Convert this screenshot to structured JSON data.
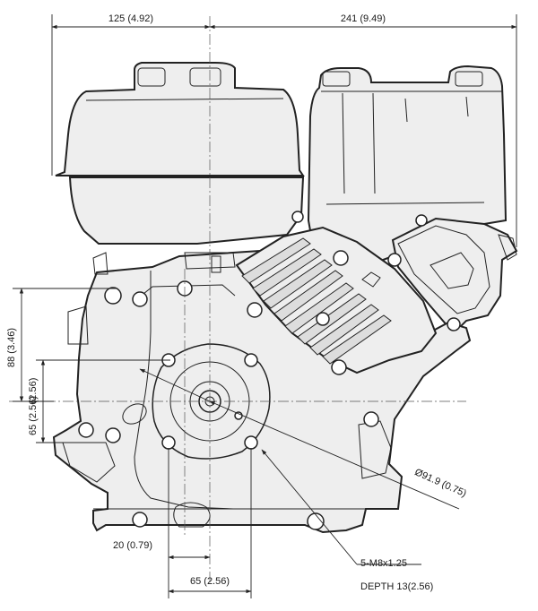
{
  "dimensions": {
    "top_left_width": "125  (4.92)",
    "top_right_width": "241  (9.49)",
    "left_height_88": "88  (3.46)",
    "left_height_65": "65  (2.56)",
    "inner_65_vertical": "(2.56)",
    "bottom_20": "20  (0.79)",
    "bottom_65": "65  (2.56)",
    "pcd_diameter": "Ø91.9  (0.75)",
    "thread_spec": "5-M8x1.25",
    "thread_depth": "DEPTH 13(2.56)"
  }
}
